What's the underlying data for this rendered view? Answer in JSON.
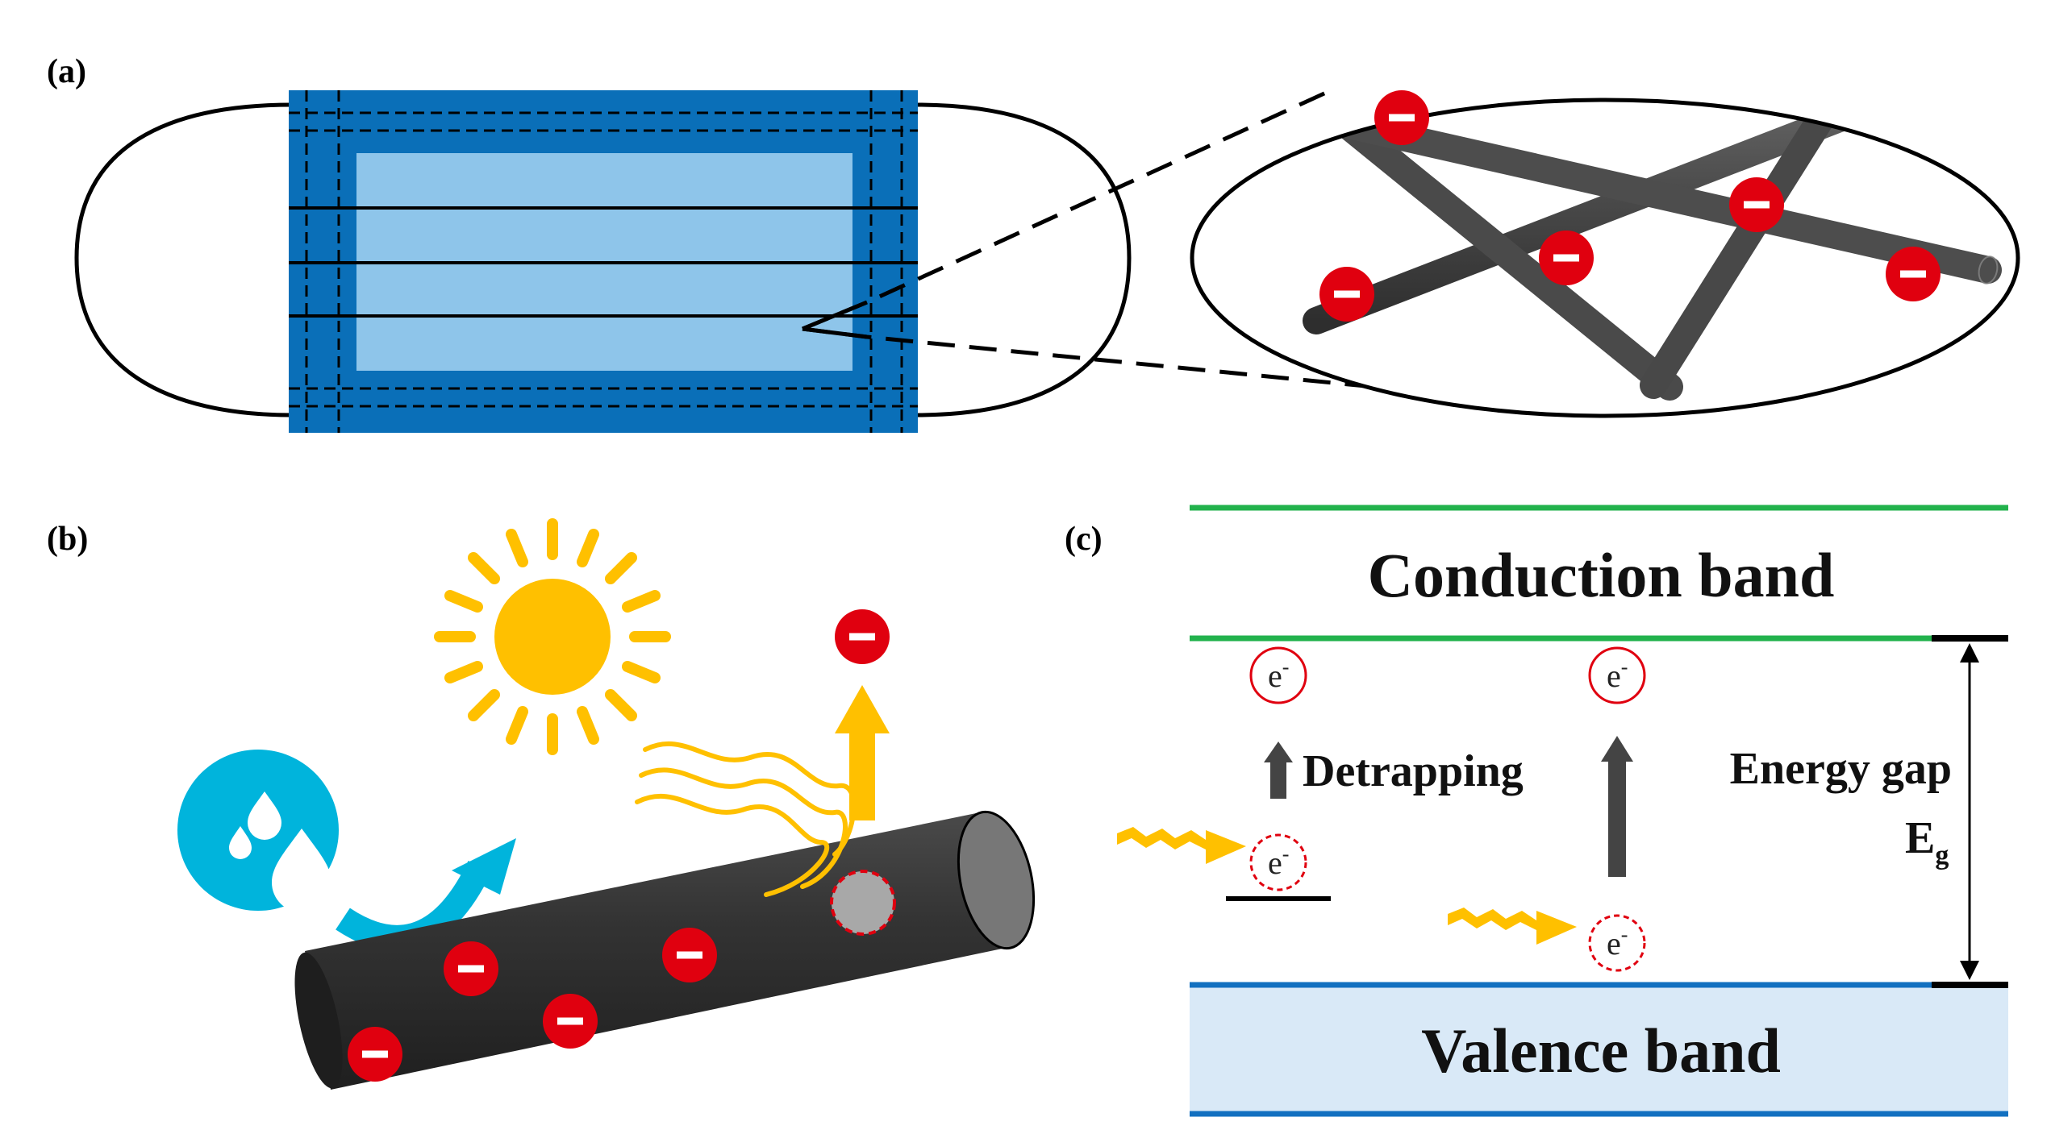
{
  "panels": {
    "a": {
      "label": "(a)"
    },
    "b": {
      "label": "(b)"
    },
    "c": {
      "label": "(c)",
      "conduction_band": "Conduction band",
      "valence_band": "Valence band",
      "detrapping": "Detrapping",
      "energy_gap": "Energy gap",
      "eg_main": "E",
      "eg_sub": "g",
      "electron_main": "e",
      "electron_sup": "-"
    }
  },
  "colors": {
    "mask_dark_blue": "#0a6fb8",
    "mask_light_blue": "#8ec5ea",
    "fiber_gray": "#4a4a4a",
    "charge_red": "#e0000f",
    "sun_yellow": "#ffc000",
    "water_cyan": "#00b4dc",
    "band_green": "#22b24c",
    "band_blue": "#1270c0",
    "valence_fill": "#d9e9f7"
  },
  "icons": [
    "sun-icon",
    "water-drops-icon",
    "negative-charge-icon",
    "light-wave-icon",
    "arrow-up-icon"
  ]
}
